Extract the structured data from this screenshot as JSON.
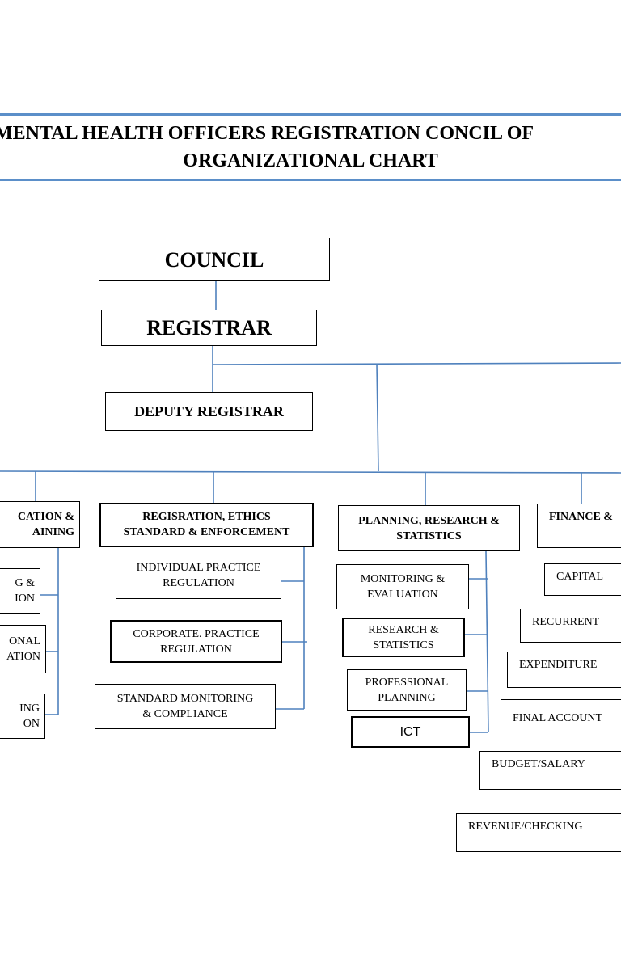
{
  "header": {
    "title_line1": "MENTAL HEALTH OFFICERS REGISTRATION CONCIL OF",
    "title_line2": "ORGANIZATIONAL CHART"
  },
  "colors": {
    "rule": "#5b8fc9",
    "connector": "#4f81bd",
    "border": "#000000"
  },
  "top": {
    "council": "COUNCIL",
    "registrar": "REGISTRAR",
    "deputy_registrar": "DEPUTY REGISTRAR"
  },
  "departments": {
    "education": {
      "label": "CATION &\nAINING",
      "units": [
        "G &\nION",
        "ONAL\nATION",
        "ING\nON"
      ]
    },
    "registration": {
      "label": "REGISRATION, ETHICS\nSTANDARD & ENFORCEMENT",
      "units": [
        "INDIVIDUAL PRACTICE\nREGULATION",
        "CORPORATE. PRACTICE\nREGULATION",
        "STANDARD MONITORING\n& COMPLIANCE"
      ]
    },
    "planning": {
      "label": "PLANNING, RESEARCH &\nSTATISTICS",
      "units": [
        "MONITORING &\nEVALUATION",
        "RESEARCH &\nSTATISTICS",
        "PROFESSIONAL\nPLANNING",
        "ICT"
      ]
    },
    "finance": {
      "label": "FINANCE &",
      "units": [
        "CAPITAL",
        "RECURRENT",
        "EXPENDITURE",
        "FINAL ACCOUNT",
        "BUDGET/SALARY",
        "REVENUE/CHECKING"
      ]
    }
  }
}
